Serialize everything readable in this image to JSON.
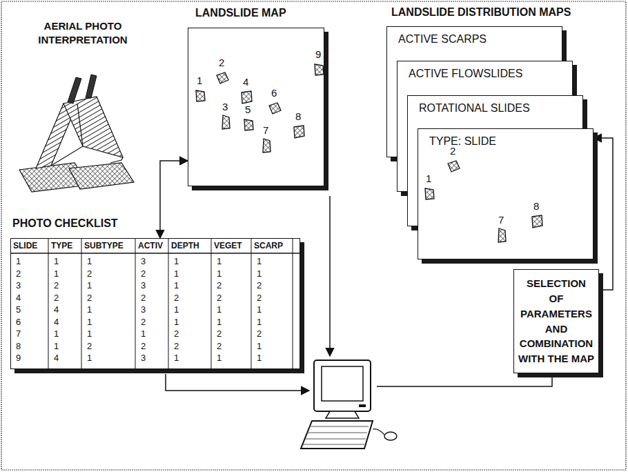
{
  "diagram": {
    "nodes": [
      {
        "text": [
          "LANDSLIDE MAP"
        ]
      },
      {
        "text": [
          "ACTIVE SCARPS"
        ]
      },
      {
        "text": [
          "ACTIVE FLOWSLIDES"
        ]
      },
      {
        "text": [
          "ROTATIONAL SLIDES"
        ]
      },
      {
        "text": [
          "TYPE: SLIDE"
        ]
      },
      {
        "text": [
          "PHOTO CHECKLIST"
        ]
      },
      {
        "text": [
          "SELECTION OF PARAMETERS AND COMBINATION WITH THE MAP"
        ]
      }
    ],
    "edges": [
      {
        "from": 5,
        "to": 0,
        "arrow": "both"
      },
      {
        "from": 6,
        "to": 4,
        "arrow": "to"
      }
    ],
    "labels": [
      "AERIAL PHOTO INTERPRETATION",
      "1",
      "2",
      "3",
      "4",
      "5",
      "6",
      "7",
      "8",
      "9",
      "LANDSLIDE DISTRIBUTION MAPS",
      "1",
      "2",
      "7",
      "8",
      "SLIDE",
      "TYPE",
      "SUBTYPE",
      "ACTIV",
      "DEPTH",
      "VEGET",
      "SCARP",
      "1",
      "1",
      "1",
      "3",
      "1",
      "1",
      "1",
      "2",
      "1",
      "2",
      "2",
      "1",
      "1",
      "1",
      "3",
      "2",
      "1",
      "3",
      "1",
      "2",
      "2",
      "4",
      "2",
      "2",
      "2",
      "2",
      "2",
      "2",
      "5",
      "4",
      "1",
      "3",
      "1",
      "1",
      "1",
      "6",
      "4",
      "1",
      "2",
      "1",
      "1",
      "1",
      "7",
      "1",
      "1",
      "1",
      "2",
      "2",
      "2",
      "8",
      "1",
      "2",
      "2",
      "2",
      "2",
      "1",
      "9",
      "4",
      "1",
      "3",
      "1",
      "1",
      "1"
    ]
  }
}
